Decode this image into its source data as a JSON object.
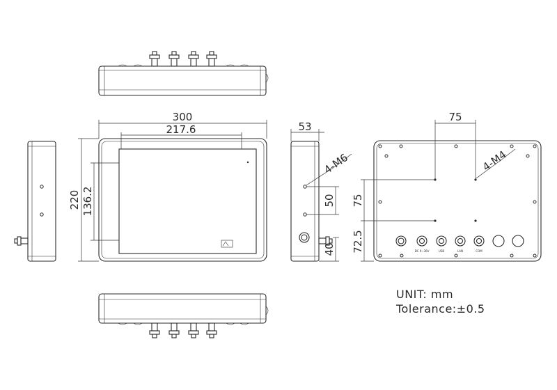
{
  "dimensions": {
    "width_total": "300",
    "width_screen": "217.6",
    "height_total": "220",
    "height_screen": "136.2",
    "depth": "53",
    "side_spacing": "50",
    "side_bottom": "40",
    "rear_spacing_h": "75",
    "rear_spacing_v": "75",
    "rear_bottom": "72.5"
  },
  "holes": {
    "side": "4-M6",
    "rear": "4-M4"
  },
  "connector_labels": [
    "DC 9~36V",
    "USB",
    "LAN",
    "COM"
  ],
  "notes": {
    "unit": "UNIT: mm",
    "tolerance": "Tolerance:±0.5"
  }
}
